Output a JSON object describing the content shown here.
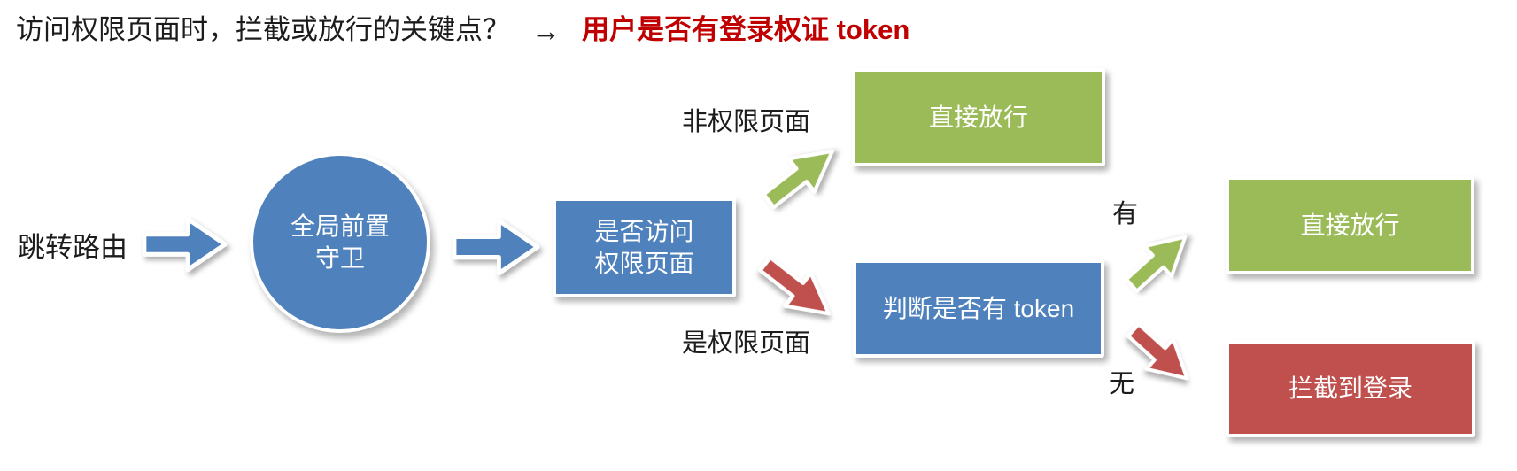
{
  "title": {
    "question": "访问权限页面时，拦截或放行的关键点？",
    "arrow_glyph": "→",
    "answer": "用户是否有登录权证 token"
  },
  "nodes": {
    "start_label": "跳转路由",
    "guard_line1": "全局前置",
    "guard_line2": "守卫",
    "check_line1": "是否访问",
    "check_line2": "权限页面",
    "allow_top": "直接放行",
    "token_check": "判断是否有 token",
    "allow_right": "直接放行",
    "intercept": "拦截到登录"
  },
  "edge_labels": {
    "non_permission_page": "非权限页面",
    "permission_page": "是权限页面",
    "has_token": "有",
    "no_token": "无"
  },
  "colors": {
    "blue": "#4f81bd",
    "green": "#9bbb59",
    "red": "#c0504d",
    "answer_red": "#c00000",
    "text": "#1c1c1c"
  }
}
